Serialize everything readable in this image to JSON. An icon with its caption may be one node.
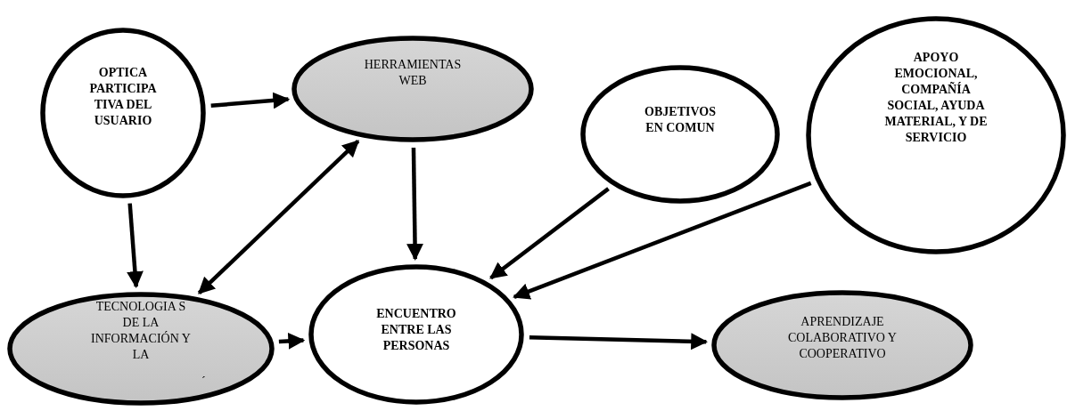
{
  "diagram": {
    "nodes": [
      {
        "text": [
          "OPTICA PARTICIPA TIVA DEL USUARIO"
        ]
      },
      {
        "text": [
          "HERRAMIENTAS WEB"
        ]
      },
      {
        "text": [
          "OBJETIVOS EN COMUN"
        ]
      },
      {
        "text": [
          "APOYO EMOCIONAL, COMPAÑÍA SOCIAL, AYUDA MATERIAL, Y DE SERVICIO"
        ]
      },
      {
        "text": [
          "TECNOLOGIA S DE LA INFORMACIÓN Y LA",
          "´"
        ]
      },
      {
        "text": [
          "ENCUENTRO ENTRE LAS PERSONAS"
        ]
      },
      {
        "text": [
          "APRENDIZAJE COLABORATIVO Y COOPERATIVO"
        ]
      }
    ],
    "edges": [
      {
        "from": 0,
        "to": 1,
        "arrow": "to"
      },
      {
        "from": 0,
        "to": 4,
        "arrow": "to"
      },
      {
        "from": 4,
        "to": 1,
        "arrow": "both"
      },
      {
        "from": 1,
        "to": 5,
        "arrow": "to"
      },
      {
        "from": 2,
        "to": 5,
        "arrow": "to"
      },
      {
        "from": 3,
        "to": 5,
        "arrow": "to"
      },
      {
        "from": 4,
        "to": 5,
        "arrow": "to"
      },
      {
        "from": 5,
        "to": 6,
        "arrow": "to"
      }
    ]
  }
}
